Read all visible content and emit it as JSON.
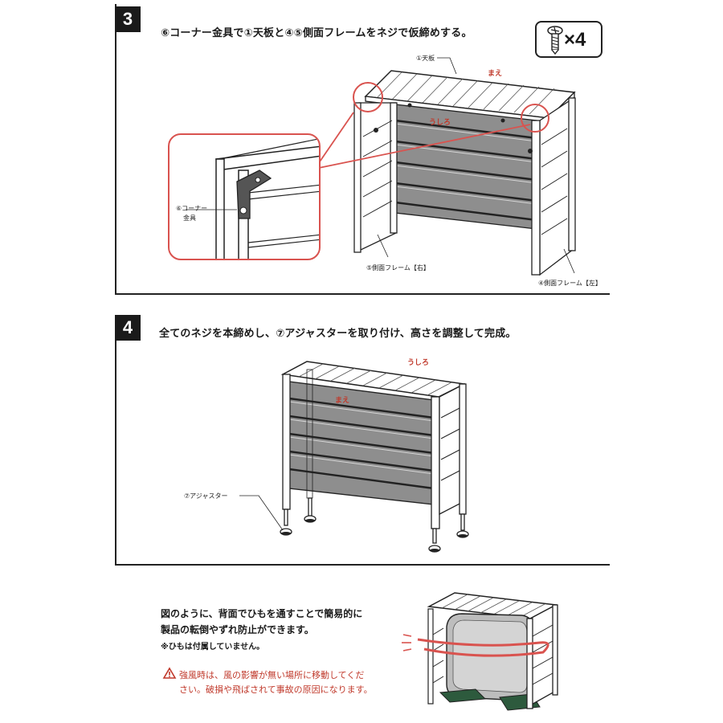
{
  "step3": {
    "number": "3",
    "title": "⑥コーナー金具で①天板と④⑤側面フレームをネジで仮締めする。",
    "screw_count": "×4",
    "label_top": "①天板",
    "label_front": "まえ",
    "label_back": "うしろ",
    "label_corner_line1": "⑥コーナー",
    "label_corner_line2": "金具",
    "label_side_right": "⑤側面フレーム【右】",
    "label_side_left": "④側面フレーム【左】"
  },
  "step4": {
    "number": "4",
    "title": "全てのネジを本締めし、⑦アジャスターを取り付け、高さを調整して完成。",
    "label_back": "うしろ",
    "label_front": "まえ",
    "label_adjuster": "⑦アジャスター"
  },
  "note": {
    "line1": "図のように、背面でひもを通すことで簡易的に",
    "line2": "製品の転倒やずれ防止ができます。",
    "line3": "※ひもは付属していません。",
    "warning_line1": "強風時は、風の影響が無い場所に移動してくだ",
    "warning_line2": "さい。破損や飛ばされて事故の原因になります。"
  },
  "colors": {
    "accent_red": "#c0392b",
    "frame": "#1a1a1a",
    "slat_gray": "#8e8e8e",
    "callout_red": "#d9534f"
  }
}
